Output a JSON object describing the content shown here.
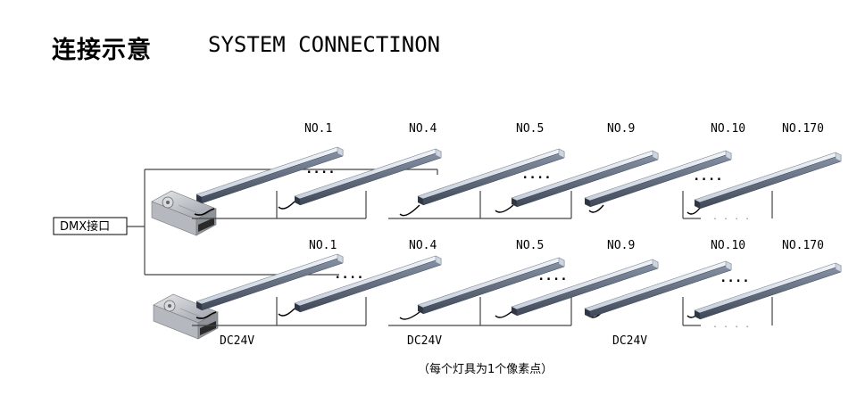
{
  "title": {
    "cn": "连接示意",
    "en": "SYSTEM CONNECTINON"
  },
  "dmx_label": "DMX接口",
  "fixture_labels": [
    "NO.1",
    "NO.4",
    "NO.5",
    "NO.9",
    "NO.10",
    "NO.170"
  ],
  "dc_labels": [
    "DC24V",
    "DC24V",
    "DC24V"
  ],
  "ellipsis": "....",
  "ellipsis_light": ". . . .",
  "footnote": "（每个灯具为1个像素点）",
  "colors": {
    "bar_light": "#dfe5ee",
    "bar_mid": "#a9b4c4",
    "bar_dark": "#4b5566",
    "line": "#444444"
  }
}
